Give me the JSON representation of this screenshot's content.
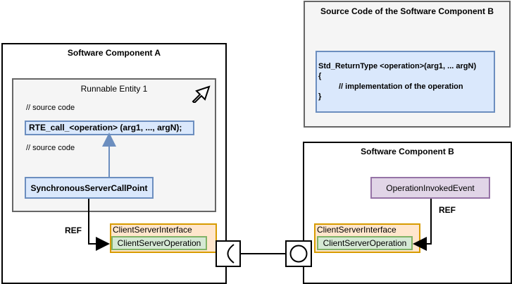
{
  "component_a": {
    "title": "Software Component A",
    "runnable": {
      "title": "Runnable Entity 1",
      "comment_top": "// source code",
      "rte_call": "RTE_call_<operation> (arg1, ..., argN);",
      "comment_bottom": "// source code"
    },
    "sync_call_point": "SynchronousServerCallPoint",
    "ref_label": "REF",
    "interface": {
      "label": "ClientServerInterface",
      "operation": "ClientServerOperation"
    }
  },
  "component_b": {
    "title": "Software Component B",
    "event": "OperationInvokedEvent",
    "ref_label": "REF",
    "interface": {
      "label": "ClientServerInterface",
      "operation": "ClientServerOperation"
    }
  },
  "source_b": {
    "title": "Source Code of the Software Component B",
    "code_line1": "Std_ReturnType <operation>(arg1, ... argN)",
    "code_line2": "{",
    "code_line3": "// implementation of the operation",
    "code_line4": "}"
  },
  "colors": {
    "blue_fill": "#dae8fc",
    "blue_stroke": "#6c8ebf",
    "green_fill": "#d5e8d4",
    "green_stroke": "#82b366",
    "orange_fill": "#ffe6cc",
    "orange_stroke": "#d79b00",
    "purple_fill": "#e1d5e7",
    "purple_stroke": "#9673a6",
    "gray_fill": "#f5f5f5",
    "gray_stroke": "#666666"
  }
}
